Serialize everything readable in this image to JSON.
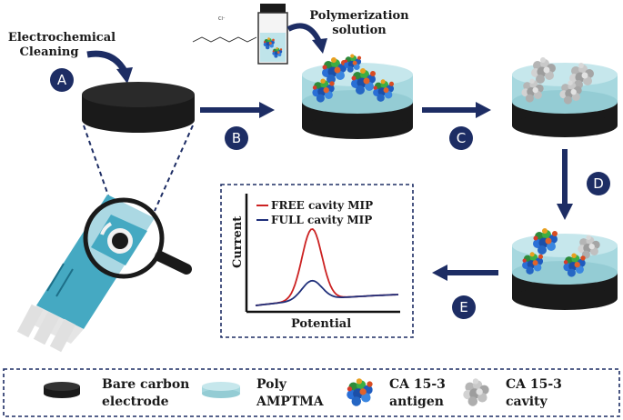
{
  "labels": {
    "cleaning_line1": "Electrochemical",
    "cleaning_line2": "Cleaning",
    "polymer_line1": "Polymerization",
    "polymer_line2": "solution",
    "chem_cl": "Cl⁻"
  },
  "steps": [
    "A",
    "B",
    "C",
    "D",
    "E"
  ],
  "plot": {
    "xlabel": "Potential",
    "ylabel": "Current",
    "series": [
      {
        "name": "FREE cavity MIP",
        "color": "#cc2222",
        "peak": 1.0
      },
      {
        "name": "FULL cavity MIP",
        "color": "#1f2f7a",
        "peak": 0.27
      }
    ]
  },
  "legend": [
    {
      "line1": "Bare carbon",
      "line2": "electrode"
    },
    {
      "line1": "Poly",
      "line2": "AMPTMA"
    },
    {
      "line1": "CA 15-3",
      "line2": "antigen"
    },
    {
      "line1": "CA 15-3",
      "line2": "cavity"
    }
  ],
  "colors": {
    "arrow": "#1d2d64",
    "electrode": "#1a1a1a",
    "polymer": "#a7d8df",
    "sensor": "#45a9c2",
    "dashed_border": "#1d2d64"
  }
}
